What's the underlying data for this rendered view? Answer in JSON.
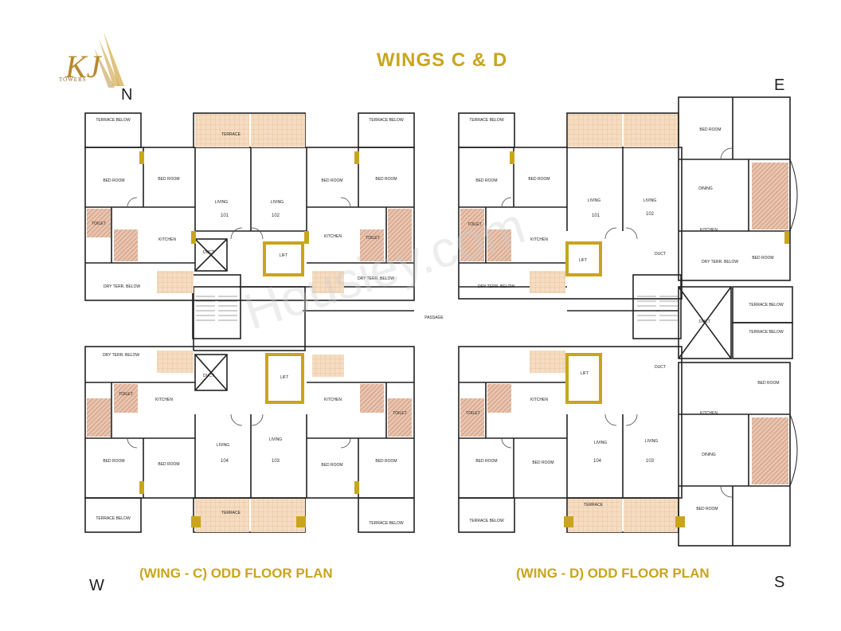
{
  "logo": {
    "brand": "KJ",
    "tagline": "TOWERS"
  },
  "title": "WINGS  C & D",
  "compass": {
    "n": "N",
    "e": "E",
    "w": "W",
    "s": "S"
  },
  "captions": {
    "wing_c": "(WING - C) ODD FLOOR PLAN",
    "wing_d": "(WING - D) ODD FLOOR PLAN"
  },
  "watermark": "Housiey.com",
  "rooms": {
    "c_top_terrace_left": "TERRACE BELOW",
    "c_top_terrace_right": "TERRACE BELOW",
    "c_bed_101": "BED ROOM",
    "c_bed2_101": "BED ROOM",
    "c_living_101": "LIVING",
    "c_num_101": "101",
    "c_living_102": "LIVING",
    "c_num_102": "102",
    "c_bed_102": "BED ROOM",
    "c_bed2_102": "BED ROOM",
    "c_kitchen_101": "KITCHEN",
    "c_kitchen_102": "KITCHEN",
    "c_toilet_1": "TOILET",
    "c_toilet_2": "TOILET",
    "c_duct_1": "DUCT",
    "c_lift_1": "LIFT",
    "c_dry_terr_1": "DRY TERR. BELOW",
    "c_dry_terr_2": "DRY TERR. BELOW",
    "c_terrace_top": "TERRACE",
    "c_passage": "PASSAGE",
    "c_dry_terr_3": "DRY TERR. BELOW",
    "c_duct_2": "DUCT",
    "c_lift_2": "LIFT",
    "c_kitchen_104": "KITCHEN",
    "c_kitchen_103": "KITCHEN",
    "c_toilet_3": "TOILET",
    "c_toilet_4": "TOILET",
    "c_living_104": "LIVING",
    "c_num_104": "104",
    "c_living_103": "LIVING",
    "c_num_103": "103",
    "c_bed_104": "BED ROOM",
    "c_bed2_104": "BED ROOM",
    "c_bed_103": "BED ROOM",
    "c_bed2_103": "BED ROOM",
    "c_terrace_bottom": "TERRACE",
    "c_bot_terrace_left": "TERRACE BELOW",
    "c_bot_terrace_right": "TERRACE BELOW",
    "d_top_terrace_left": "TERRACE BELOW",
    "d_bed_101": "BED ROOM",
    "d_bed2_101": "BED ROOM",
    "d_living_101": "LIVING",
    "d_num_101": "101",
    "d_living_102": "LIVING",
    "d_num_102": "102",
    "d_kitchen_101": "KITCHEN",
    "d_toilet_1": "TOILET",
    "d_lift_1": "LIFT",
    "d_duct_1": "DUCT",
    "d_dining_102": "DINING",
    "d_bed_102": "BED ROOM",
    "d_kitchen_102": "KITCHEN",
    "d_bed2_102": "BED ROOM",
    "d_dry_terr_1": "DRY TERR. BELOW",
    "d_dry_terr_2": "DRY TERR. BELOW",
    "d_duct_2": "DUCT",
    "d_terrace_right": "TERRACE BELOW",
    "d_terrace_right2": "TERRACE BELOW",
    "d_lift_2": "LIFT",
    "d_kitchen_104": "KITCHEN",
    "d_toilet_3": "TOILET",
    "d_living_104": "LIVING",
    "d_num_104": "104",
    "d_living_103": "LIVING",
    "d_num_103": "103",
    "d_bed_104": "BED ROOM",
    "d_bed2_104": "BED ROOM",
    "d_dining_103": "DINING",
    "d_bed_103": "BED ROOM",
    "d_kitchen_103": "KITCHEN",
    "d_bed2_103": "BED ROOM",
    "d_duct_3": "DUCT",
    "d_bot_terrace_left": "TERRACE BELOW",
    "d_terrace_bottom": "TERRACE"
  }
}
